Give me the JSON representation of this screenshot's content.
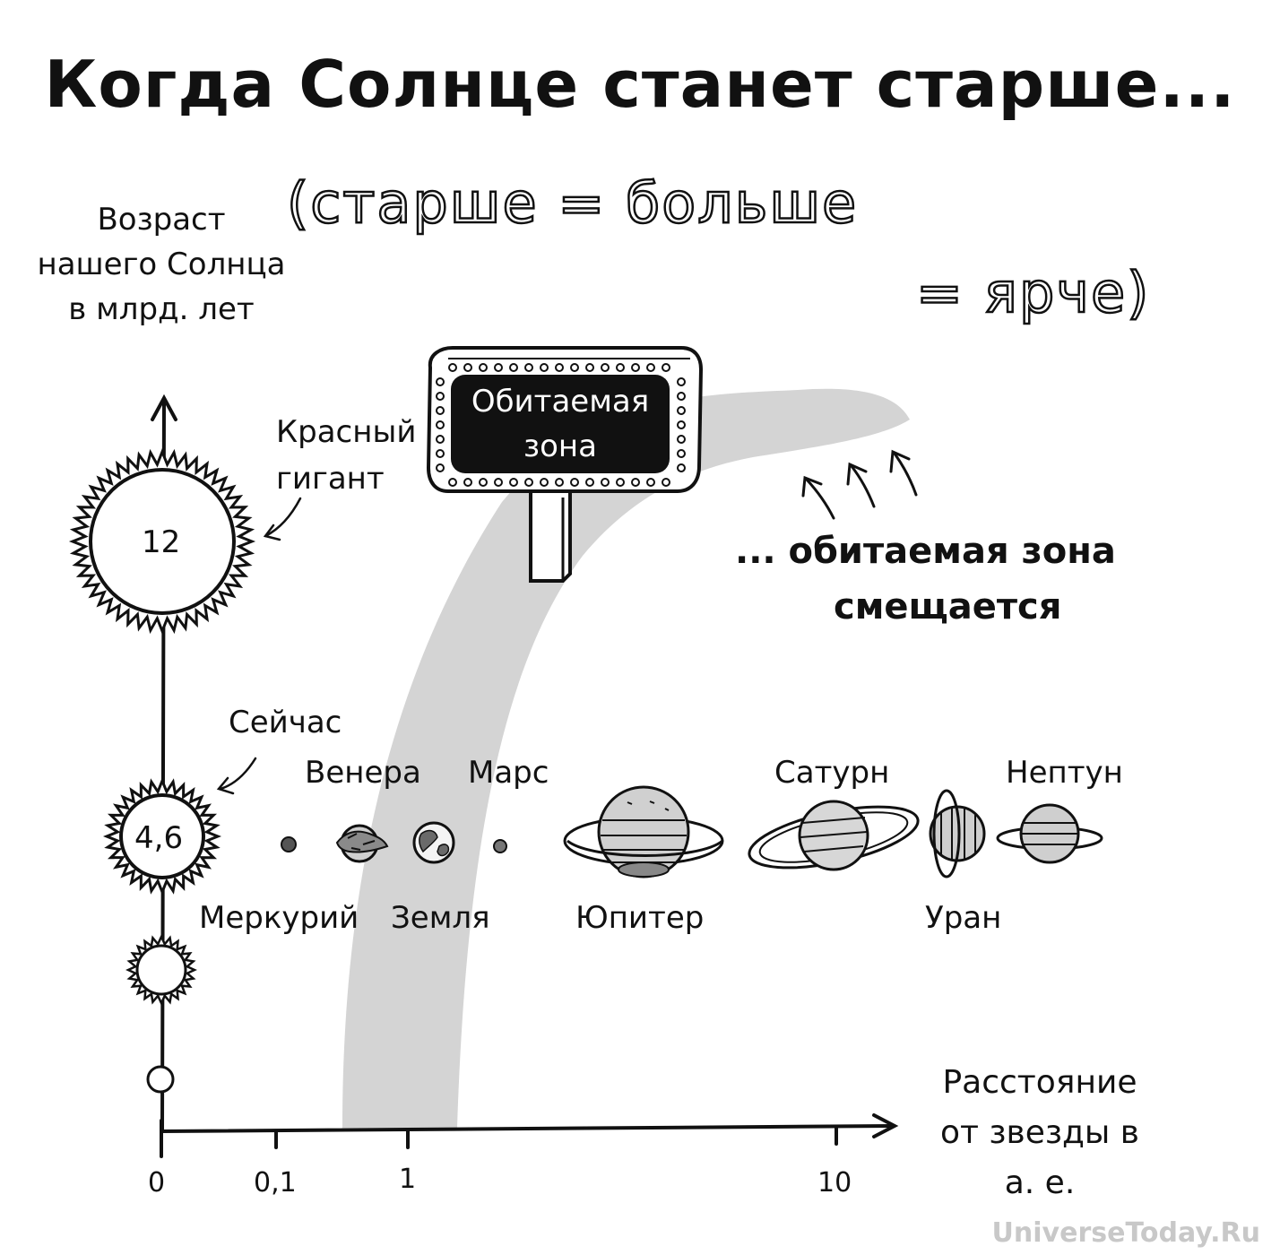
{
  "title": "Когда Солнце станет старше...",
  "subtitle": {
    "line1": "(старше = больше",
    "line2": "= ярче)"
  },
  "y_axis_label": "Возраст нашего Солнца в млрд. лет",
  "x_axis_label": "Расстояние от звезды в а. е.",
  "sun_stages": {
    "red_giant": {
      "label": "Красный гигант",
      "age": "12"
    },
    "now": {
      "label": "Сейчас",
      "age": "4,6"
    }
  },
  "sign": {
    "line1": "Обитаемая",
    "line2": "зона"
  },
  "zone_shift": {
    "line1": "... обитаемая зона",
    "line2": "смещается"
  },
  "planets": {
    "mercury": "Меркурий",
    "venus": "Венера",
    "earth": "Земля",
    "mars": "Марс",
    "jupiter": "Юпитер",
    "saturn": "Сатурн",
    "uranus": "Уран",
    "neptune": "Нептун"
  },
  "x_ticks": [
    "0",
    "0,1",
    "1",
    "10"
  ],
  "watermark": "UniverseToday.Ru",
  "colors": {
    "zone": "#d4d4d4",
    "ink": "#111111",
    "sign_board": "#111111"
  }
}
